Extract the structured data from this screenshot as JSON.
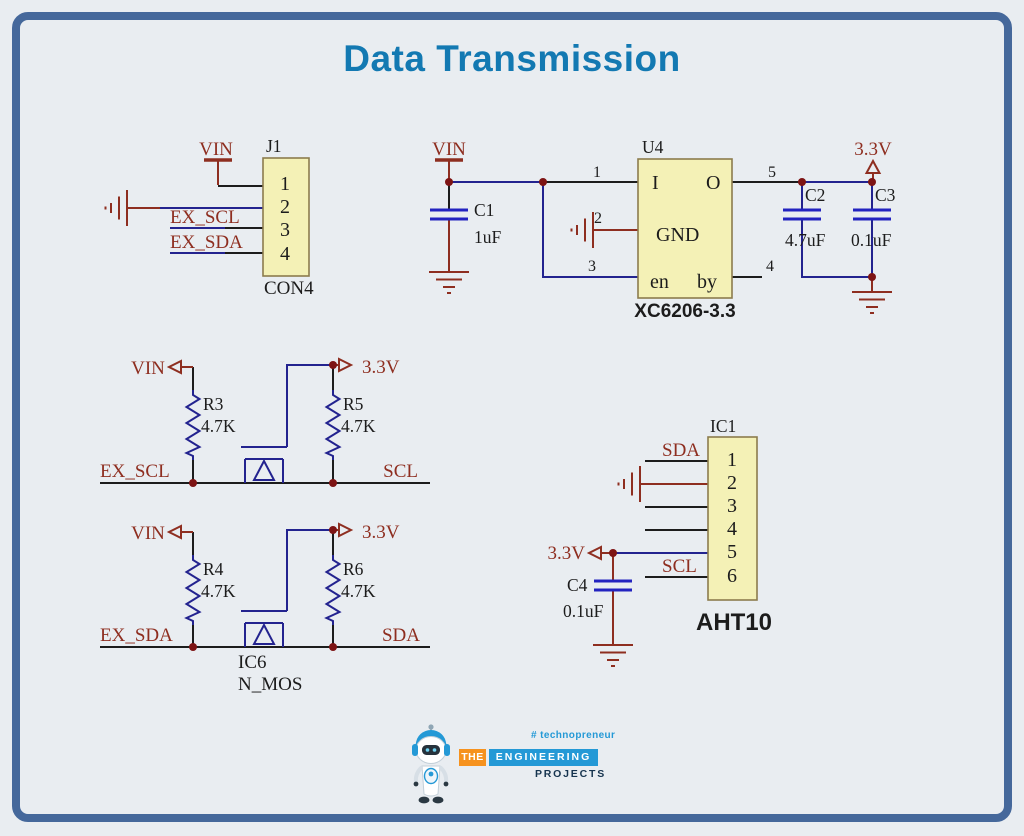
{
  "page": {
    "title": "Data Transmission"
  },
  "colors": {
    "bg": "#e9edf1",
    "border_blue": "#45689b",
    "title_blue": "#1379b2",
    "maroon": "#8e2e20",
    "navy": "#23238f",
    "plate_blue": "#2323c0",
    "wire_black": "#1c1c1c",
    "box_fill": "#f4f1b6",
    "box_stroke": "#8c7c4d",
    "dot": "#7d1414",
    "logo_orange": "#f6921e",
    "logo_blue": "#2499d6",
    "logo_navy": "#16344f"
  },
  "connector": {
    "ref": "J1",
    "name": "CON4",
    "net_vin": "VIN",
    "net_scl": "EX_SCL",
    "net_sda": "EX_SDA",
    "pins": [
      "1",
      "2",
      "3",
      "4"
    ]
  },
  "regulator": {
    "ref": "U4",
    "part": "XC6206-3.3",
    "pin_i": "I",
    "pin_o": "O",
    "pin_gnd": "GND",
    "pin_en": "en",
    "pin_by": "by",
    "num_in": "1",
    "num_gnd": "2",
    "num_en": "3",
    "num_by": "4",
    "num_out": "5",
    "net_vin": "VIN",
    "net_3v3": "3.3V",
    "c1_ref": "C1",
    "c1_val": "1uF",
    "c2_ref": "C2",
    "c2_val": "4.7uF",
    "c3_ref": "C3",
    "c3_val": "0.1uF"
  },
  "shifter_scl": {
    "net_vin": "VIN",
    "net_3v3": "3.3V",
    "r_left_ref": "R3",
    "r_left_val": "4.7K",
    "r_right_ref": "R5",
    "r_right_val": "4.7K",
    "net_in": "EX_SCL",
    "net_out": "SCL"
  },
  "shifter_sda": {
    "net_vin": "VIN",
    "net_3v3": "3.3V",
    "r_left_ref": "R4",
    "r_left_val": "4.7K",
    "r_right_ref": "R6",
    "r_right_val": "4.7K",
    "net_in": "EX_SDA",
    "net_out": "SDA",
    "mos_ref": "IC6",
    "mos_part": "N_MOS"
  },
  "sensor": {
    "ref": "IC1",
    "part": "AHT10",
    "pins": [
      "1",
      "2",
      "3",
      "4",
      "5",
      "6"
    ],
    "net_sda": "SDA",
    "net_scl": "SCL",
    "net_3v3": "3.3V",
    "c4_ref": "C4",
    "c4_val": "0.1uF"
  },
  "logo": {
    "tagline": "# technopreneur",
    "word_the": "THE",
    "word_engineering": "ENGINEERING",
    "word_projects": "PROJECTS"
  }
}
